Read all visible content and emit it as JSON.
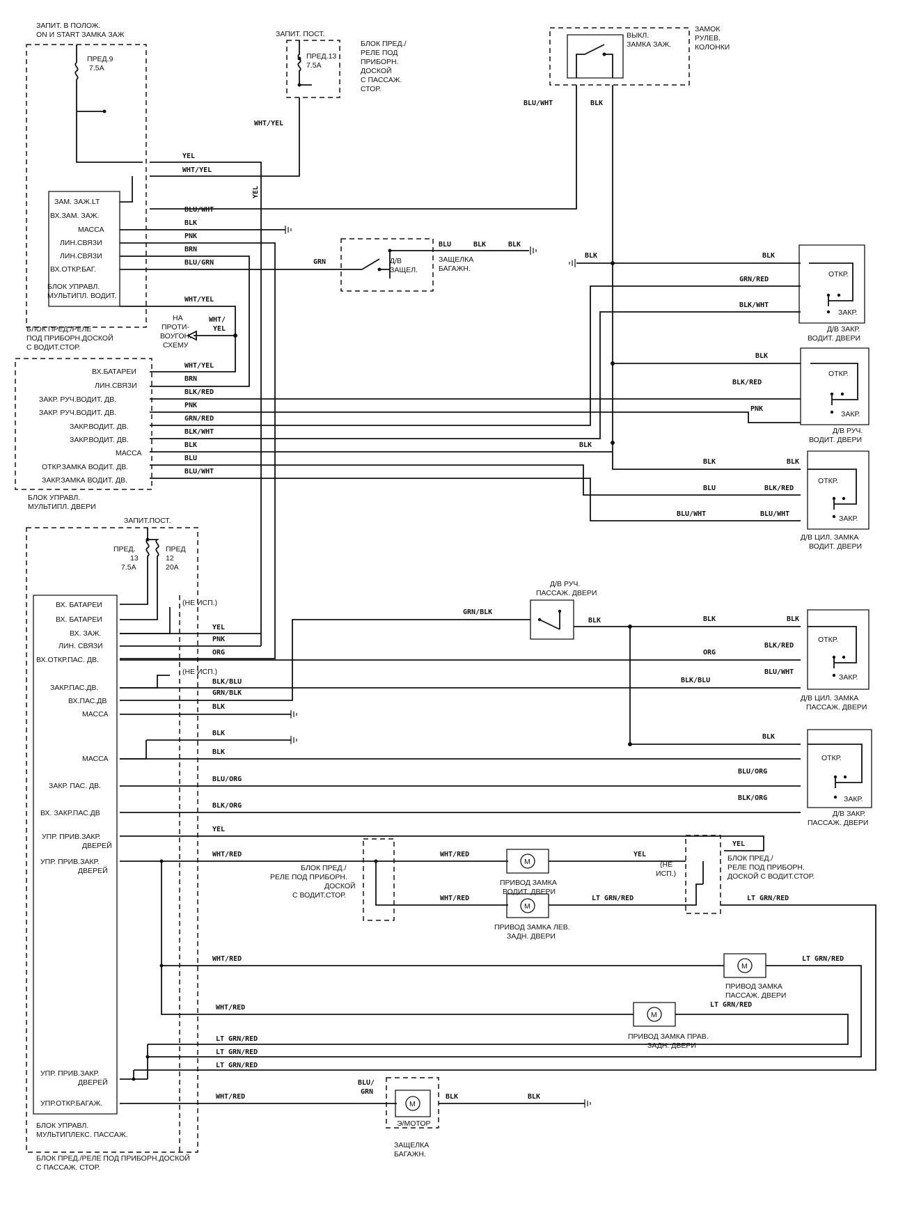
{
  "labels": {
    "supply_ign": "ЗАПИТ. В ПОЛОЖ.",
    "supply_ign2": "ON И START ЗАМКА ЗАЖ",
    "fuse9": "ПРЕД.9",
    "fuse9_rating": "7.5A",
    "supply_const": "ЗАПИТ. ПОСТ.",
    "fuse13_top": "ПРЕД.13",
    "fuse13_top_rating": "7.5A",
    "block_pass_top": [
      "БЛОК ПРЕД./",
      "РЕЛЕ ПОД",
      "ПРИБОРН.",
      "ДОСКОЙ",
      "С ПАССАЖ.",
      "СТОР."
    ],
    "steering_lock": [
      "ЗАМОК",
      "РУЛЕВ.",
      "КОЛОНКИ"
    ],
    "ign_switch": [
      "ВЫКЛ.",
      "ЗАМКА ЗАЖ."
    ],
    "driver_module_pins": [
      "ЗАМ. ЗАЖ.LT",
      "ВХ.ЗАМ. ЗАЖ.",
      "МАССА",
      "ЛИН.СВЯЗИ",
      "ЛИН.СВЯЗИ",
      "ВХ.ОТКР.БАГ."
    ],
    "driver_module": [
      "БЛОК УПРАВЛ.",
      "МУЛЬТИПЛ. ВОДИТ."
    ],
    "block_driver": [
      "БЛОК ПРЕД./РЕЛЕ",
      "ПОД ПРИБОРН.ДОСКОЙ",
      "С ВОДИТ.СТОР."
    ],
    "antitheft": [
      "НА",
      "ПРОТИ-",
      "ВОУГОН.",
      "СХЕМУ"
    ],
    "trunk_sw": [
      "Д/В",
      "ЗАЩЕЛ."
    ],
    "trunk_latch": [
      "ЗАЩЕЛКА",
      "БАГАЖН."
    ],
    "door_module_pins": [
      "ВХ.БАТАРЕИ",
      "ЛИН.СВЯЗИ",
      "ЗАКР. РУЧ.ВОДИТ. ДВ.",
      "ЗАКР. РУЧ.ВОДИТ. ДВ.",
      "ЗАКР.ВОДИТ. ДВ.",
      "ЗАКР.ВОДИТ. ДВ.",
      "МАССА",
      "ОТКР.ЗАМКА ВОДИТ. ДВ.",
      "ЗАКР.ЗАМКА ВОДИТ. ДВ."
    ],
    "door_module": [
      "БЛОК УПРАВЛ.",
      "МУЛЬТИПЛ. ДВЕРИ"
    ],
    "open": "ОТКР.",
    "close": "ЗАКР.",
    "sw_drv_lock": [
      "Д/В ЗАКР.",
      "ВОДИТ. ДВЕРИ"
    ],
    "sw_drv_handle": [
      "Д/В РУЧ.",
      "ВОДИТ. ДВЕРИ"
    ],
    "sw_drv_cyl": [
      "Д/В ЦИЛ. ЗАМКА",
      "ВОДИТ. ДВЕРИ"
    ],
    "supply_const2": "ЗАПИТ.ПОСТ.",
    "fuse13": [
      "ПРЕД.",
      "13",
      "7.5A"
    ],
    "fuse12": [
      "ПРЕД",
      "12",
      "20A"
    ],
    "not_used": "(НЕ ИСП.)",
    "not_used2": [
      "(НЕ",
      "ИСП.)"
    ],
    "pass_module_pins": [
      "ВХ. БАТАРЕИ",
      "ВХ. БАТАРЕИ",
      "ВХ. ЗАЖ.",
      "ЛИН. СВЯЗИ",
      "ВХ.ОТКР.ПАС. ДВ.",
      "ЗАКР.ПАС.ДВ.",
      "ВХ.ПАС.ДВ",
      "МАССА",
      "МАССА",
      "ЗАКР. ПАС. ДВ.",
      "ВХ. ЗАКР.ПАС.ДВ"
    ],
    "upr_priv": [
      "УПР. ПРИВ.ЗАКР.",
      "ДВЕРЕЙ"
    ],
    "upr_trunk": "УПР.ОТКР.БАГАЖ.",
    "sw_pass_handle": [
      "Д/В РУЧ.",
      "ПАССАЖ. ДВЕРИ"
    ],
    "sw_pass_cyl": [
      "Д/В ЦИЛ. ЗАМКА",
      "ПАССАЖ. ДВЕРИ"
    ],
    "sw_pass_lock": [
      "Д/В ЗАКР.",
      "ПАССАЖ. ДВЕРИ"
    ],
    "block_driver2": [
      "БЛОК ПРЕД./",
      "РЕЛЕ ПОД ПРИБОРН.",
      "ДОСКОЙ",
      "С ВОДИТ.СТОР."
    ],
    "block_driver3": [
      "БЛОК ПРЕД./",
      "РЕЛЕ ПОД ПРИБОРН.",
      "ДОСКОЙ С ВОДИТ.СТОР."
    ],
    "act_drv": [
      "ПРИВОД ЗАМКА",
      "ВОДИТ. ДВЕРИ"
    ],
    "act_lr": [
      "ПРИВОД ЗАМКА ЛЕВ.",
      "ЗАДН. ДВЕРИ"
    ],
    "act_pass": [
      "ПРИВОД ЗАМКА",
      "ПАССАЖ. ДВЕРИ"
    ],
    "act_rr": [
      "ПРИВОД ЗАМКА ПРАВ.",
      "ЗАДН. ДВЕРИ"
    ],
    "motor_letter": "M",
    "trunk_motor": "Э/МОТОР",
    "trunk_latch2": [
      "ЗАЩЕЛКА",
      "БАГАЖН."
    ],
    "pass_module": [
      "БЛОК УПРАВЛ.",
      "МУЛЬТИПЛЕКС. ПАССАЖ."
    ],
    "block_pass_bottom": [
      "БЛОК ПРЕД./РЕЛЕ ПОД ПРИБОРН.ДОСКОЙ",
      "С ПАССАЖ. СТОР."
    ]
  },
  "wires": {
    "YEL": "YEL",
    "WHT_YEL": "WHT/YEL",
    "BLU_WHT": "BLU/WHT",
    "BLK": "BLK",
    "PNK": "PNK",
    "BRN": "BRN",
    "BLU_GRN": "BLU/GRN",
    "GRN": "GRN",
    "BLU": "BLU",
    "GRN_RED": "GRN/RED",
    "BLK_WHT": "BLK/WHT",
    "BLK_RED": "BLK/RED",
    "WHT_SL": "WHT/",
    "ORG": "ORG",
    "GRN_BLK": "GRN/BLK",
    "BLK_BLU": "BLK/BLU",
    "BLU_ORG": "BLU/ORG",
    "BLK_ORG": "BLK/ORG",
    "WHT_RED": "WHT/RED",
    "LT_GRN_RED": "LT GRN/RED",
    "BLU_SL": "BLU/"
  }
}
